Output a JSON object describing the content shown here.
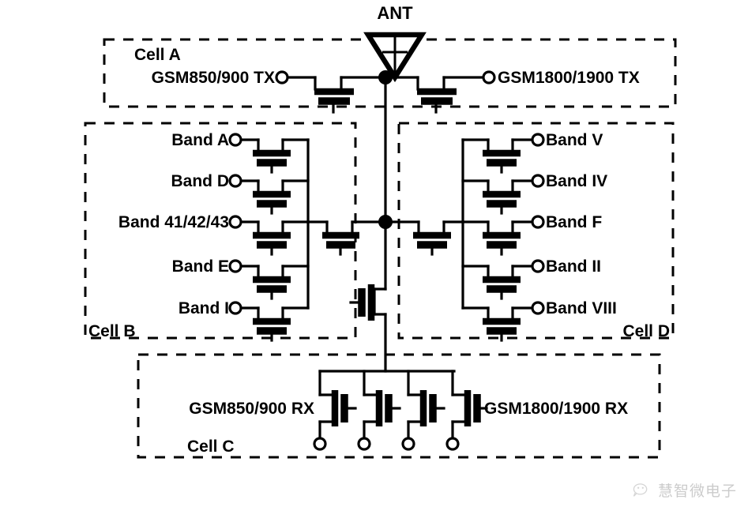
{
  "diagram": {
    "title_antenna": "ANT",
    "cells": [
      {
        "id": "cell-a",
        "name": "Cell A",
        "ports": [
          {
            "label": "GSM850/900 TX",
            "side": "left"
          },
          {
            "label": "GSM1800/1900 TX",
            "side": "right"
          }
        ]
      },
      {
        "id": "cell-b",
        "name": "Cell B",
        "ports": [
          {
            "label": "Band A",
            "side": "left"
          },
          {
            "label": "Band D",
            "side": "left"
          },
          {
            "label": "Band 41/42/43",
            "side": "left"
          },
          {
            "label": "Band E",
            "side": "left"
          },
          {
            "label": "Band I",
            "side": "left"
          }
        ]
      },
      {
        "id": "cell-c",
        "name": "Cell C",
        "ports": [
          {
            "label": "GSM850/900 RX",
            "side": "left"
          },
          {
            "label": "GSM1800/1900 RX",
            "side": "right"
          }
        ]
      },
      {
        "id": "cell-d",
        "name": "Cell D",
        "ports": [
          {
            "label": "Band V",
            "side": "right"
          },
          {
            "label": "Band IV",
            "side": "right"
          },
          {
            "label": "Band F",
            "side": "right"
          },
          {
            "label": "Band II",
            "side": "right"
          },
          {
            "label": "Band VIII",
            "side": "right"
          }
        ]
      }
    ]
  },
  "labels": {
    "ant": "ANT",
    "cell_a": "Cell A",
    "cell_b": "Cell B",
    "cell_c": "Cell C",
    "cell_d": "Cell D",
    "gsm850_900_tx": "GSM850/900 TX",
    "gsm1800_1900_tx": "GSM1800/1900 TX",
    "gsm850_900_rx": "GSM850/900 RX",
    "gsm1800_1900_rx": "GSM1800/1900 RX",
    "band_a": "Band A",
    "band_d": "Band D",
    "band_41_42_43": "Band 41/42/43",
    "band_e": "Band E",
    "band_i": "Band I",
    "band_v": "Band V",
    "band_iv": "Band IV",
    "band_f": "Band F",
    "band_ii": "Band II",
    "band_viii": "Band VIII"
  },
  "watermark": {
    "text": "慧智微电子",
    "icon": "wechat-icon"
  },
  "colors": {
    "line": "#000000",
    "background": "#ffffff",
    "watermark_text": "#555555"
  }
}
